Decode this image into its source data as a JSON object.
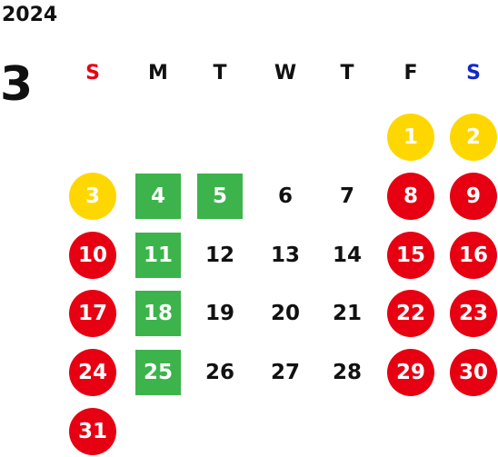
{
  "year": "2024",
  "month": "3",
  "weekdays": [
    {
      "label": "S",
      "color": "#e60012"
    },
    {
      "label": "M",
      "color": "#111111"
    },
    {
      "label": "T",
      "color": "#111111"
    },
    {
      "label": "W",
      "color": "#111111"
    },
    {
      "label": "T",
      "color": "#111111"
    },
    {
      "label": "F",
      "color": "#111111"
    },
    {
      "label": "S",
      "color": "#1428c8"
    }
  ],
  "colors": {
    "red": "#e60012",
    "yellow": "#ffd700",
    "green": "#3cb44b"
  },
  "days": [
    {
      "day": "1",
      "style": "circle-yellow"
    },
    {
      "day": "2",
      "style": "circle-yellow"
    },
    {
      "day": "3",
      "style": "circle-yellow"
    },
    {
      "day": "4",
      "style": "square-green"
    },
    {
      "day": "5",
      "style": "square-green"
    },
    {
      "day": "6",
      "style": "plain"
    },
    {
      "day": "7",
      "style": "plain"
    },
    {
      "day": "8",
      "style": "circle-red"
    },
    {
      "day": "9",
      "style": "circle-red"
    },
    {
      "day": "10",
      "style": "circle-red"
    },
    {
      "day": "11",
      "style": "square-green"
    },
    {
      "day": "12",
      "style": "plain"
    },
    {
      "day": "13",
      "style": "plain"
    },
    {
      "day": "14",
      "style": "plain"
    },
    {
      "day": "15",
      "style": "circle-red"
    },
    {
      "day": "16",
      "style": "circle-red"
    },
    {
      "day": "17",
      "style": "circle-red"
    },
    {
      "day": "18",
      "style": "square-green"
    },
    {
      "day": "19",
      "style": "plain"
    },
    {
      "day": "20",
      "style": "plain"
    },
    {
      "day": "21",
      "style": "plain"
    },
    {
      "day": "22",
      "style": "circle-red"
    },
    {
      "day": "23",
      "style": "circle-red"
    },
    {
      "day": "24",
      "style": "circle-red"
    },
    {
      "day": "25",
      "style": "square-green"
    },
    {
      "day": "26",
      "style": "plain"
    },
    {
      "day": "27",
      "style": "plain"
    },
    {
      "day": "28",
      "style": "plain"
    },
    {
      "day": "29",
      "style": "circle-red"
    },
    {
      "day": "30",
      "style": "circle-red"
    },
    {
      "day": "31",
      "style": "circle-red"
    }
  ]
}
